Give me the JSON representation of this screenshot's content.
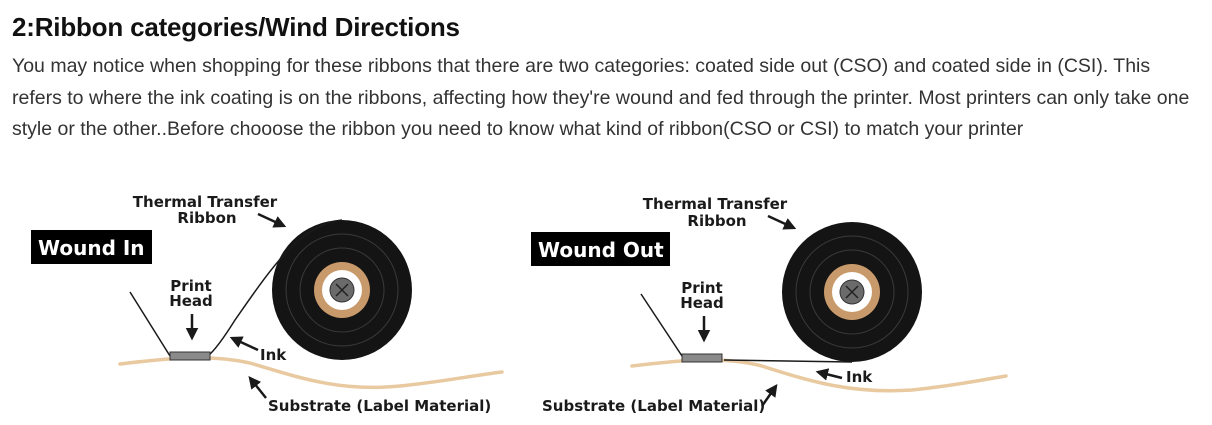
{
  "article": {
    "heading": "2:Ribbon categories/Wind Directions",
    "paragraph": "You may notice when shopping for these ribbons that there are two categories: coated side out (CSO) and coated side in (CSI). This refers to where the ink coating is on the ribbons, affecting how they're wound and fed through the printer. Most printers can only take one style or the other..Before chooose the ribbon you need to know what kind of ribbon(CSO or CSI) to match your printer"
  },
  "diagram_left": {
    "tag": "Wound In",
    "ribbon_label_line1": "Thermal Transfer",
    "ribbon_label_line2": "Ribbon",
    "head_label_line1": "Print",
    "head_label_line2": "Head",
    "ink_label": "Ink",
    "substrate_label": "Substrate (Label Material)"
  },
  "diagram_right": {
    "tag": "Wound Out",
    "ribbon_label_line1": "Thermal Transfer",
    "ribbon_label_line2": "Ribbon",
    "head_label_line1": "Print",
    "head_label_line2": "Head",
    "ink_label": "Ink",
    "substrate_label": "Substrate (Label Material)"
  },
  "colors": {
    "roll": "#141414",
    "core": "#c8996a",
    "substrate": "#e8c9a0",
    "text": "#333333"
  }
}
